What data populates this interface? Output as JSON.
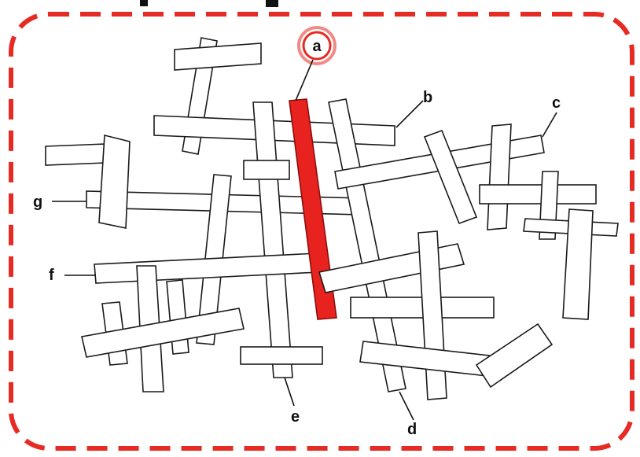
{
  "figure": {
    "highlight_color": "#e8231f",
    "frame_color": "#e52b24",
    "labels": {
      "a": "a",
      "b": "b",
      "c": "c",
      "d": "d",
      "e": "e",
      "f": "f",
      "g": "g"
    }
  }
}
